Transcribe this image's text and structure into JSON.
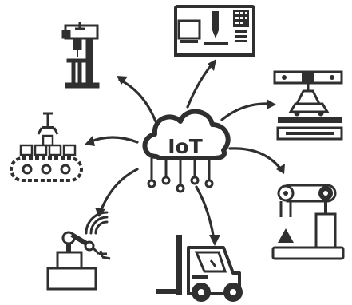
{
  "hub": {
    "label": "IoT"
  },
  "colors": {
    "ink": "#2f2f2f",
    "light_gray": "#9a9a9a",
    "background": "#ffffff"
  },
  "nodes": [
    {
      "id": "drill-press",
      "icon": "drill-press-icon"
    },
    {
      "id": "cnc-machine",
      "icon": "cnc-machine-icon"
    },
    {
      "id": "car-assembly-gantry",
      "icon": "gantry-robot-icon"
    },
    {
      "id": "conveyor-sorting",
      "icon": "conveyor-icon"
    },
    {
      "id": "robotic-arm",
      "icon": "robot-arm-icon"
    },
    {
      "id": "wireless-robot-arm",
      "icon": "wireless-robot-arm-icon"
    },
    {
      "id": "forklift",
      "icon": "forklift-icon"
    }
  ]
}
